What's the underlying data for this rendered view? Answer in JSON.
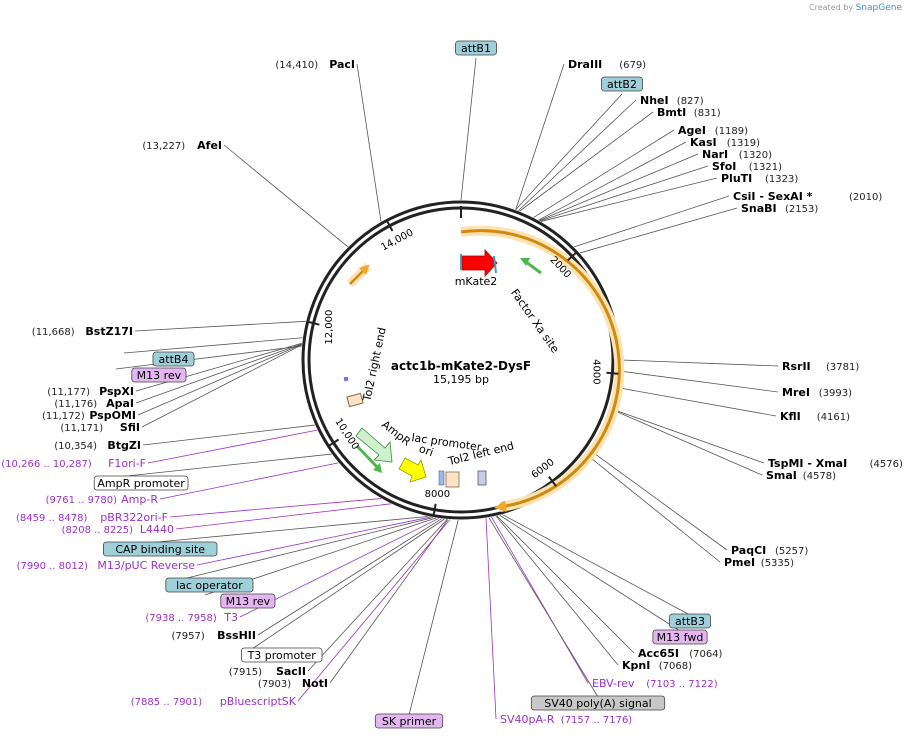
{
  "credit": {
    "created_by": "Created by",
    "brand": "SnapGene"
  },
  "plasmid": {
    "name": "actc1b-mKate2-DysF",
    "length": "15,195 bp"
  },
  "ticks": [
    {
      "label": "2000",
      "angle": 47
    },
    {
      "label": "4000",
      "angle": 95
    },
    {
      "label": "6000",
      "angle": 143
    },
    {
      "label": "8000",
      "angle": 190
    },
    {
      "label": "10,000",
      "angle": 237
    },
    {
      "label": "12,000",
      "angle": 284
    },
    {
      "label": "14,000",
      "angle": 332
    }
  ],
  "inner_features": [
    {
      "name": "mKate2",
      "angle": 14
    },
    {
      "name": "Factor Xa site",
      "angle": 38
    },
    {
      "name": "Tol2 right end",
      "angle": 290
    },
    {
      "name": "AmpR",
      "angle": 210
    },
    {
      "name": "ori",
      "angle": 196
    },
    {
      "name": "lac promoter",
      "angle": 187
    },
    {
      "name": "Tol2 left end",
      "angle": 170
    }
  ],
  "sites": [
    {
      "name": "attB1",
      "pos": "",
      "kind": "box",
      "fill": "#9fd0d9"
    },
    {
      "name": "PacI",
      "pos": "(14,410)",
      "kind": "enzyme"
    },
    {
      "name": "DraIII",
      "pos": "(679)",
      "kind": "enzyme"
    },
    {
      "name": "attB2",
      "pos": "",
      "kind": "box",
      "fill": "#9fd0d9"
    },
    {
      "name": "AfeI",
      "pos": "(13,227)",
      "kind": "enzyme"
    },
    {
      "name": "NheI",
      "pos": "(827)",
      "kind": "enzyme"
    },
    {
      "name": "BmtI",
      "pos": "(831)",
      "kind": "enzyme"
    },
    {
      "name": "AgeI",
      "pos": "(1189)",
      "kind": "enzyme"
    },
    {
      "name": "KasI",
      "pos": "(1319)",
      "kind": "enzyme"
    },
    {
      "name": "NarI",
      "pos": "(1320)",
      "kind": "enzyme"
    },
    {
      "name": "SfoI",
      "pos": "(1321)",
      "kind": "enzyme"
    },
    {
      "name": "PluTI",
      "pos": "(1323)",
      "kind": "enzyme"
    },
    {
      "name": "CsiI  - SexAI *",
      "pos": "(2010)",
      "kind": "enzyme"
    },
    {
      "name": "SnaBI",
      "pos": "(2153)",
      "kind": "enzyme"
    },
    {
      "name": "BstZ17I",
      "pos": "(11,668)",
      "kind": "enzyme"
    },
    {
      "name": "attB4",
      "pos": "",
      "kind": "box",
      "fill": "#9fd0d9"
    },
    {
      "name": "M13 rev",
      "pos": "",
      "kind": "box",
      "fill": "#e3b6f0"
    },
    {
      "name": "PspXI",
      "pos": "(11,177)",
      "kind": "enzyme"
    },
    {
      "name": "ApaI",
      "pos": "(11,176)",
      "kind": "enzyme"
    },
    {
      "name": "PspOMI",
      "pos": "(11,172)",
      "kind": "enzyme"
    },
    {
      "name": "SfiI",
      "pos": "(11,171)",
      "kind": "enzyme"
    },
    {
      "name": "RsrII",
      "pos": "(3781)",
      "kind": "enzyme"
    },
    {
      "name": "MreI",
      "pos": "(3993)",
      "kind": "enzyme"
    },
    {
      "name": "KflI",
      "pos": "(4161)",
      "kind": "enzyme"
    },
    {
      "name": "BtgZI",
      "pos": "(10,354)",
      "kind": "enzyme"
    },
    {
      "name": "F1ori-F",
      "pos": "(10,266 .. 10,287)",
      "kind": "primer"
    },
    {
      "name": "AmpR promoter",
      "pos": "",
      "kind": "box",
      "fill": "#ffffff"
    },
    {
      "name": "TspMI  - XmaI",
      "pos": "(4576)",
      "kind": "enzyme"
    },
    {
      "name": "SmaI",
      "pos": "(4578)",
      "kind": "enzyme"
    },
    {
      "name": "Amp-R",
      "pos": "(9761 .. 9780)",
      "kind": "primer"
    },
    {
      "name": "pBR322ori-F",
      "pos": "(8459 .. 8478)",
      "kind": "primer"
    },
    {
      "name": "L4440",
      "pos": "(8208 .. 8225)",
      "kind": "primer"
    },
    {
      "name": "CAP binding site",
      "pos": "",
      "kind": "box",
      "fill": "#9fd0d9"
    },
    {
      "name": "PaqCI",
      "pos": "(5257)",
      "kind": "enzyme"
    },
    {
      "name": "PmeI",
      "pos": "(5335)",
      "kind": "enzyme"
    },
    {
      "name": "M13/pUC Reverse",
      "pos": "(7990 .. 8012)",
      "kind": "primer"
    },
    {
      "name": "lac operator",
      "pos": "",
      "kind": "box",
      "fill": "#9fd0d9"
    },
    {
      "name": "M13 rev",
      "pos": "",
      "kind": "box",
      "fill": "#e3b6f0"
    },
    {
      "name": "T3",
      "pos": "(7938 .. 7958)",
      "kind": "primer"
    },
    {
      "name": "attB3",
      "pos": "",
      "kind": "box",
      "fill": "#9fd0d9"
    },
    {
      "name": "BssHII",
      "pos": "(7957)",
      "kind": "enzyme"
    },
    {
      "name": "M13 fwd",
      "pos": "",
      "kind": "box",
      "fill": "#e3b6f0"
    },
    {
      "name": "T3 promoter",
      "pos": "",
      "kind": "box",
      "fill": "#ffffff"
    },
    {
      "name": "Acc65I",
      "pos": "(7064)",
      "kind": "enzyme"
    },
    {
      "name": "KpnI",
      "pos": "(7068)",
      "kind": "enzyme"
    },
    {
      "name": "SacII",
      "pos": "(7915)",
      "kind": "enzyme"
    },
    {
      "name": "NotI",
      "pos": "(7903)",
      "kind": "enzyme"
    },
    {
      "name": "EBV-rev",
      "pos": "(7103 .. 7122)",
      "kind": "primer"
    },
    {
      "name": "SV40 poly(A) signal",
      "pos": "",
      "kind": "box",
      "fill": "#c8c8c8"
    },
    {
      "name": "pBluescriptSK",
      "pos": "(7885 .. 7901)",
      "kind": "primer"
    },
    {
      "name": "SK primer",
      "pos": "",
      "kind": "box",
      "fill": "#e3b6f0"
    },
    {
      "name": "SV40pA-R",
      "pos": "(7157 .. 7176)",
      "kind": "primer"
    }
  ],
  "colors": {
    "backbone": "#222222",
    "cds_orange": "#f0a830",
    "cds_highlight": "#fbe3b3",
    "mKate2": "#ff0000",
    "green_arrow": "#4db84a",
    "primer_purple": "#9b30c9",
    "ori_yellow": "#ffff00"
  }
}
